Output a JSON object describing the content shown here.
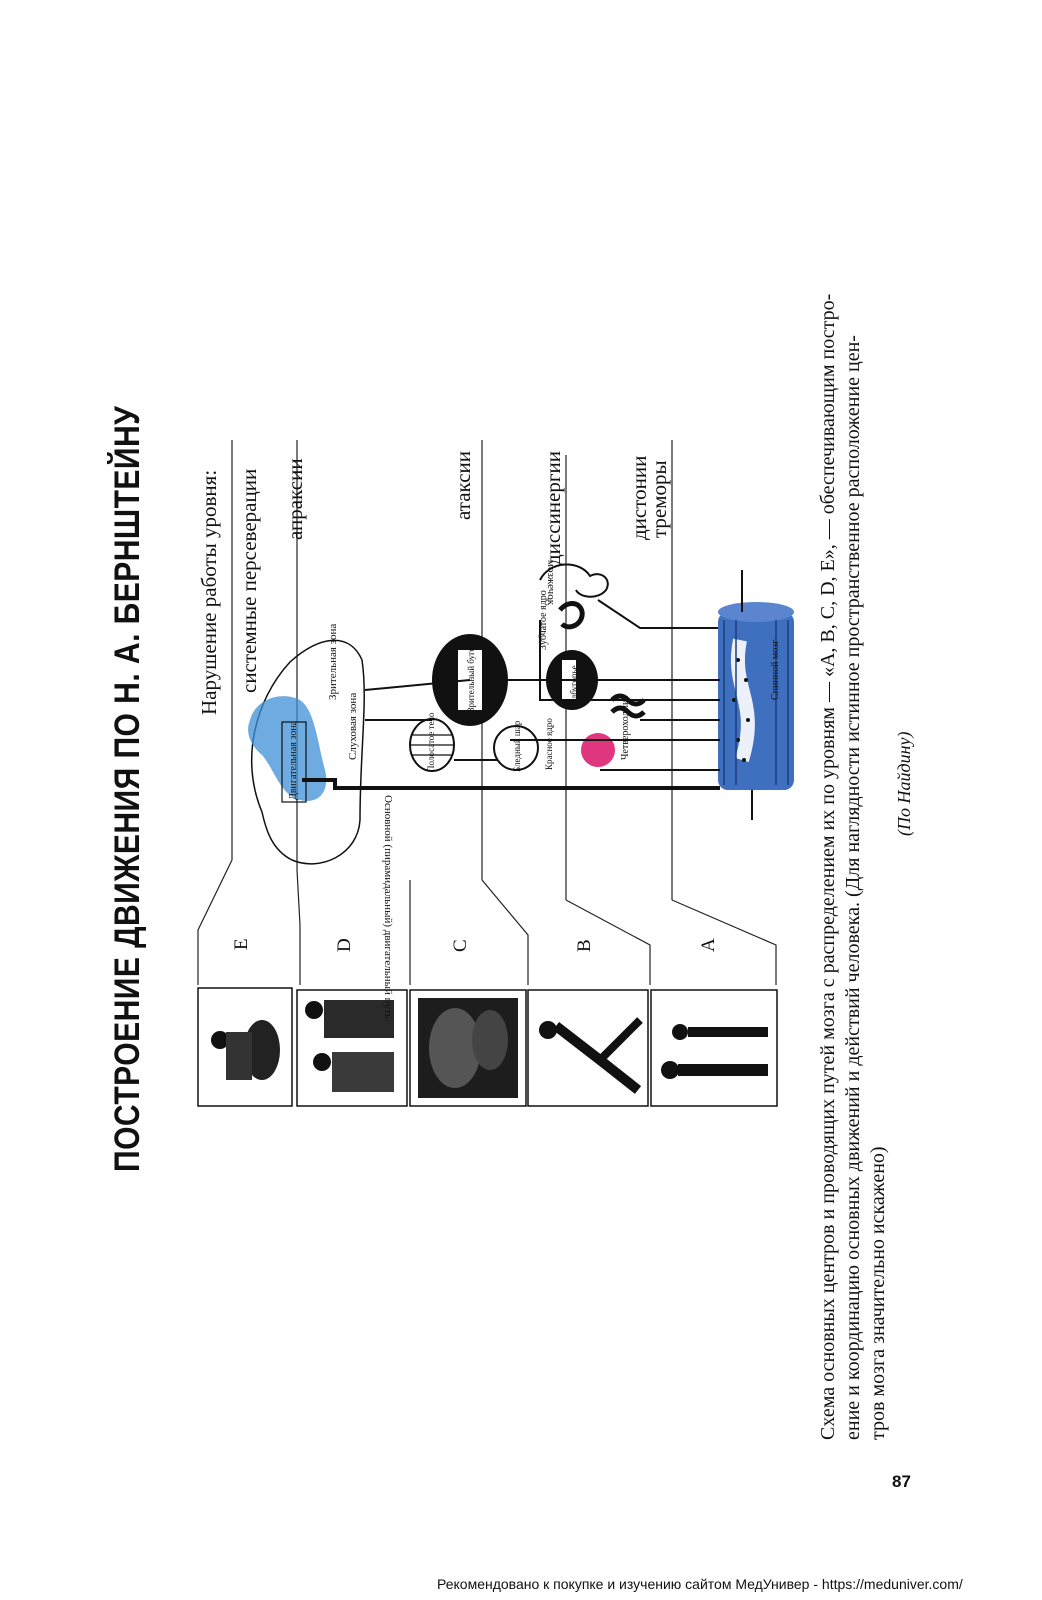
{
  "title": "ПОСТРОЕНИЕ ДВИЖЕНИЯ ПО Н. А. БЕРНШТЕЙНУ",
  "diagram": {
    "disorder_header": "Нарушение работы уровня:",
    "disorders": [
      "системные персеверации",
      "апраксии",
      "атаксии",
      "диссинергии",
      "дистонии",
      "треморы"
    ],
    "levels": [
      "E",
      "D",
      "C",
      "B",
      "A"
    ],
    "structures": {
      "motor_zone": "Двигательная зона",
      "auditory_zone": "Слуховая зона",
      "visual_zone": "Зрительная зона",
      "striatum": "Полосатое тело",
      "thalamus": "Зрительный бугор",
      "globus_pallidus": "Бледный шар",
      "red_nucleus": "Красное ядро",
      "hypothalamus": "Подбугорье",
      "quadrigemina": "Четверохолмие",
      "dentate": "Зубчатое ядро",
      "cerebellum": "мозжечок",
      "spinal": "Спинной мозг",
      "pyramidal": "Основной (пирамидальный) двигательный путь"
    },
    "colors": {
      "motor_zone": "#3d8fd6",
      "spinal": "#3f6fbf",
      "quadrigemina": "#e0357f"
    }
  },
  "caption": [
    "Схема основных центров и проводящих путей мозга с распределением их по уровням — «A, B, C, D, E», — обеспечивающим постро-",
    "ение и координацию основных движений и действий человека. (Для наглядности истинное пространственное расположение цен-",
    "тров мозга значительно искажено)"
  ],
  "author": "(По Найдину)",
  "page_number": "87",
  "footer": "Рекомендовано к покупке и изучению сайтом МедУнивер - https://meduniver.com/"
}
